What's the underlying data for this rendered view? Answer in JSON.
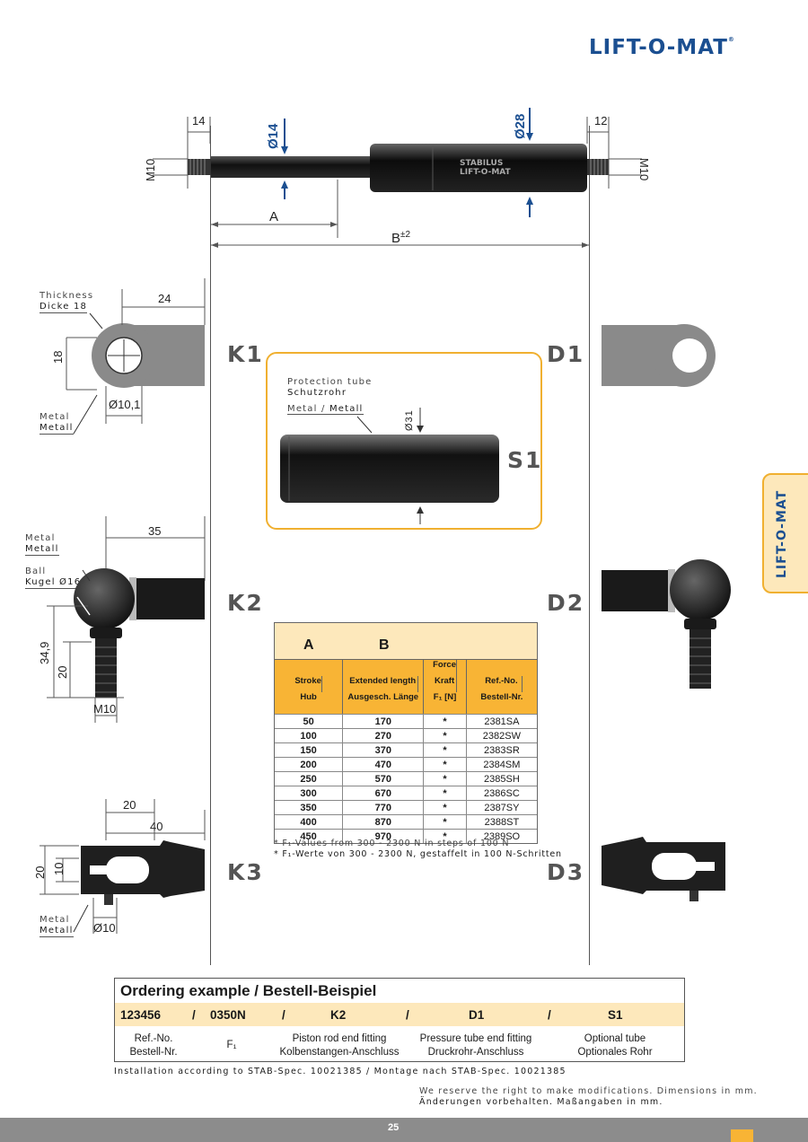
{
  "brand": {
    "logo": "LIFT-O-MAT",
    "reg": "®"
  },
  "side_tab": {
    "label": "LIFT-O-MAT"
  },
  "top_dims": {
    "left_thread": "M10",
    "right_thread": "M10",
    "left_len": "14",
    "right_len": "12",
    "rod_diam": "Ø14",
    "tube_diam": "Ø28",
    "a": "A",
    "b": "B",
    "b_tol": "±2",
    "print1": "STABILUS",
    "print2": "LIFT-O-MAT"
  },
  "k1": {
    "code": "K1",
    "thickness_en": "Thickness",
    "thickness_de": "Dicke 18",
    "width": "24",
    "height": "18",
    "hole": "Ø10,1",
    "mat_en": "Metal",
    "mat_de": "Metall"
  },
  "d1": {
    "code": "D1"
  },
  "s1": {
    "code": "S1",
    "title_en": "Protection tube",
    "title_de": "Schutzrohr",
    "mat_en": "Metal / ",
    "mat_de": "Metall",
    "diam": "Ø31"
  },
  "k2": {
    "code": "K2",
    "mat_en": "Metal",
    "mat_de": "Metall",
    "ball_en": "Ball",
    "ball_de": "Kugel Ø16",
    "width": "35",
    "height": "34,9",
    "thread_len": "20",
    "thread": "M10"
  },
  "d2": {
    "code": "D2"
  },
  "k3": {
    "code": "K3",
    "w1": "20",
    "w2": "40",
    "h1": "20",
    "h2": "10",
    "pin": "Ø10",
    "mat_en": "Metal",
    "mat_de": "Metall"
  },
  "d3": {
    "code": "D3"
  },
  "table": {
    "top_a": "A",
    "top_b": "B",
    "headers": [
      {
        "l1": "Stroke",
        "l2": "Hub"
      },
      {
        "l1": "Extended length",
        "l2": "Ausgesch. Länge"
      },
      {
        "l0": "Force",
        "l1": "Kraft",
        "l2": "F₁ [N]"
      },
      {
        "l1": "Ref.-No.",
        "l2": "Bestell-Nr."
      }
    ],
    "rows": [
      [
        "50",
        "170",
        "*",
        "2381SA"
      ],
      [
        "100",
        "270",
        "*",
        "2382SW"
      ],
      [
        "150",
        "370",
        "*",
        "2383SR"
      ],
      [
        "200",
        "470",
        "*",
        "2384SM"
      ],
      [
        "250",
        "570",
        "*",
        "2385SH"
      ],
      [
        "300",
        "670",
        "*",
        "2386SC"
      ],
      [
        "350",
        "770",
        "*",
        "2387SY"
      ],
      [
        "400",
        "870",
        "*",
        "2388ST"
      ],
      [
        "450",
        "970",
        "*",
        "2389SO"
      ]
    ],
    "note_en": "* F₁-Values from 300 - 2300 N in steps of 100 N",
    "note_de": "* F₁-Werte von 300 - 2300 N, gestaffelt in 100 N-Schritten"
  },
  "ordering": {
    "title": "Ordering example / Bestell-Beispiel",
    "items": [
      "123456",
      "/",
      "0350N",
      "/",
      "K2",
      "/",
      "D1",
      "/",
      "S1"
    ],
    "sub": [
      {
        "l1": "Ref.-No.",
        "l2": "Bestell-Nr."
      },
      {
        "l1": "F₁",
        "l2": ""
      },
      {
        "l1": "Piston rod end fitting",
        "l2": "Kolbenstangen-Anschluss"
      },
      {
        "l1": "Pressure tube end fitting",
        "l2": "Druckrohr-Anschluss"
      },
      {
        "l1": "Optional tube",
        "l2": "Optionales Rohr"
      }
    ]
  },
  "install": "Installation according to STAB-Spec. 10021385 / Montage nach STAB-Spec. 10021385",
  "reserve_en": "We reserve the right to make modifications. Dimensions in mm.",
  "reserve_de": "Änderungen vorbehalten. Maßangaben in mm.",
  "page_number": "25"
}
